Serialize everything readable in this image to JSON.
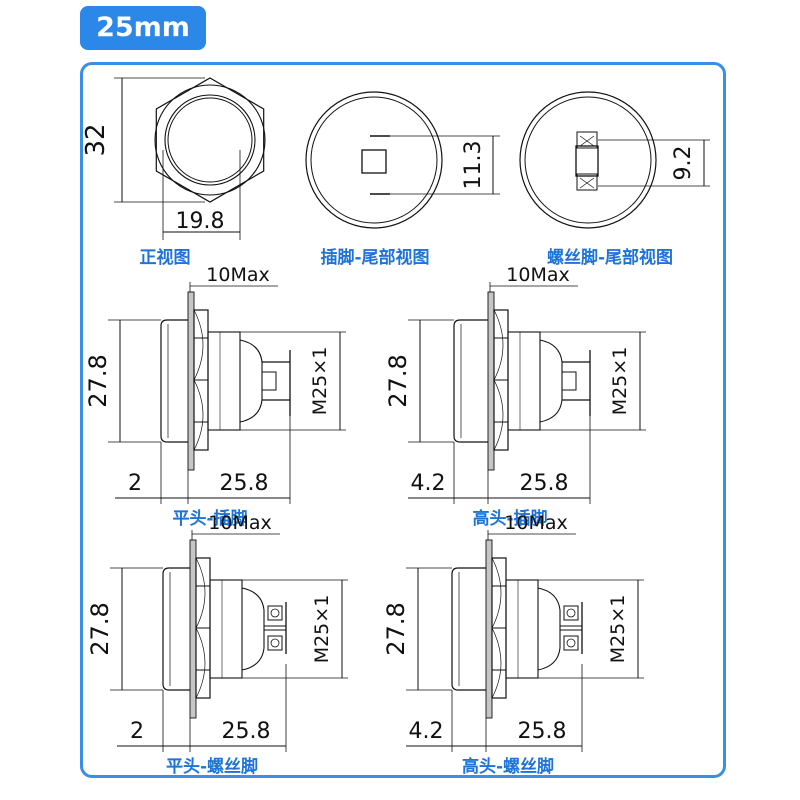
{
  "title": "25mm",
  "views": {
    "front": {
      "caption": "正视图",
      "height_dim": "32",
      "width_dim": "19.8"
    },
    "pin_rear": {
      "caption": "插脚-尾部视图",
      "dim": "11.3"
    },
    "screw_rear": {
      "caption": "螺丝脚-尾部视图",
      "dim": "9.2"
    },
    "flat_pin": {
      "caption": "平头-插脚",
      "max": "10Max",
      "height": "27.8",
      "thread": "M25×1",
      "head": "2",
      "length": "25.8"
    },
    "high_pin": {
      "caption": "高头-插脚",
      "max": "10Max",
      "height": "27.8",
      "thread": "M25×1",
      "head": "4.2",
      "length": "25.8"
    },
    "flat_screw": {
      "caption": "平头-螺丝脚",
      "max": "10Max",
      "height": "27.8",
      "thread": "M25×1",
      "head": "2",
      "length": "25.8"
    },
    "high_screw": {
      "caption": "高头-螺丝脚",
      "max": "10Max",
      "height": "27.8",
      "thread": "M25×1",
      "head": "4.2",
      "length": "25.8"
    }
  }
}
